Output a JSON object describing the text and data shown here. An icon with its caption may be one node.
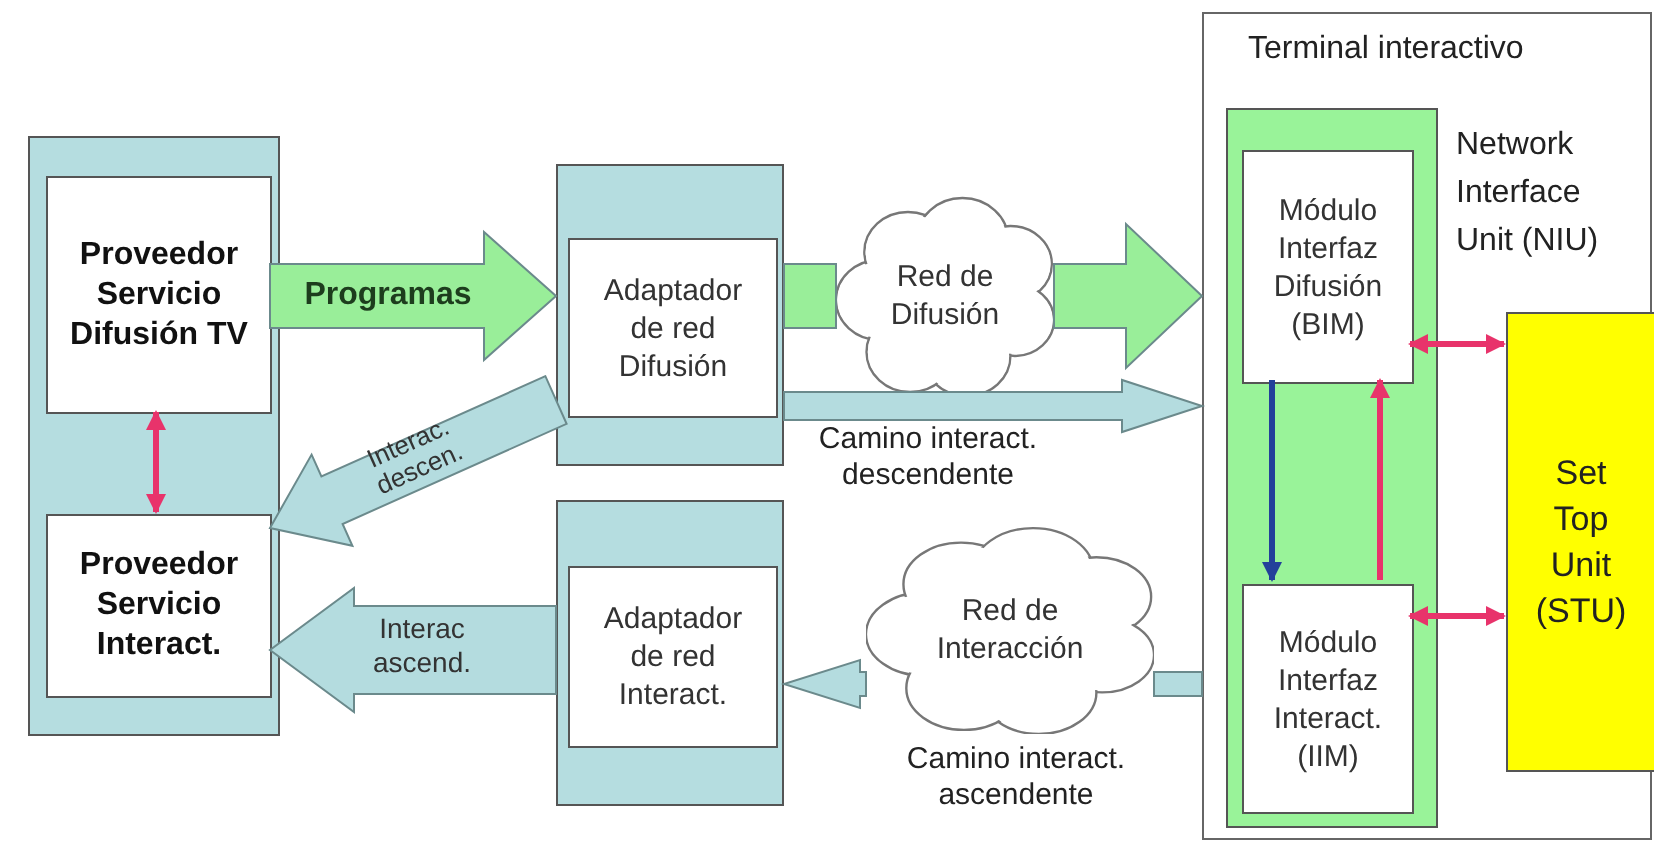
{
  "diagram": {
    "nodes": [
      {
        "text": [],
        "shape": "box"
      },
      {
        "text": [
          "Proveedor Servicio Difusión TV"
        ],
        "in": 0
      },
      {
        "text": [
          "Proveedor Servicio Interact."
        ],
        "in": 0
      },
      {
        "text": [],
        "shape": "box"
      },
      {
        "text": [
          "Adaptador de red Difusión"
        ],
        "in": 3
      },
      {
        "text": [
          "Red de Difusión"
        ]
      },
      {
        "text": [],
        "shape": "box"
      },
      {
        "text": [
          "Adaptador de red Interact."
        ],
        "in": 6
      },
      {
        "text": [
          "Red de Interacción"
        ]
      },
      {
        "text": [
          "Terminal interactivo"
        ]
      },
      {
        "text": [
          "Network Interface Unit (NIU)"
        ],
        "in": 9
      },
      {
        "text": [
          "Módulo Interfaz Difusión (BIM)"
        ],
        "in": 10
      },
      {
        "text": [
          "Módulo Interfaz Interact. (IIM)"
        ],
        "in": 10
      },
      {
        "text": [
          "Set Top Unit (STU)"
        ],
        "in": 9
      }
    ],
    "edges": [
      {
        "from": 1,
        "to": 3,
        "arrow": "to",
        "label": "Programas",
        "style": "thick",
        "color": "#99ee99"
      },
      {
        "from": 3,
        "to": 5,
        "arrow": "none",
        "style": "thick",
        "color": "#99ee99"
      },
      {
        "from": 5,
        "to": 9,
        "arrow": "to",
        "style": "thick",
        "color": "#99ee99"
      },
      {
        "from": 3,
        "to": 9,
        "arrow": "to",
        "label": "Camino interact. descendente",
        "style": "thick",
        "color": "#b4dcdf"
      },
      {
        "from": 3,
        "to": 2,
        "arrow": "to",
        "label": "Interac. descen.",
        "style": "thick",
        "color": "#b4dcdf"
      },
      {
        "from": 6,
        "to": 2,
        "arrow": "to",
        "label": "Interac ascend.",
        "style": "thick",
        "color": "#b4dcdf"
      },
      {
        "from": 9,
        "to": 8,
        "arrow": "none",
        "label": "Camino interact. ascendente",
        "style": "thick",
        "color": "#b4dcdf"
      },
      {
        "from": 8,
        "to": 6,
        "arrow": "to",
        "style": "thick",
        "color": "#b4dcdf"
      },
      {
        "from": 1,
        "to": 2,
        "arrow": "both",
        "color": "#e8336b"
      },
      {
        "from": 11,
        "to": 12,
        "arrow": "to",
        "color": "#23409a"
      },
      {
        "from": 12,
        "to": 11,
        "arrow": "to",
        "color": "#e8336b"
      },
      {
        "from": 11,
        "to": 13,
        "arrow": "both",
        "color": "#e8336b"
      },
      {
        "from": 12,
        "to": 13,
        "arrow": "both",
        "color": "#e8336b"
      }
    ]
  }
}
